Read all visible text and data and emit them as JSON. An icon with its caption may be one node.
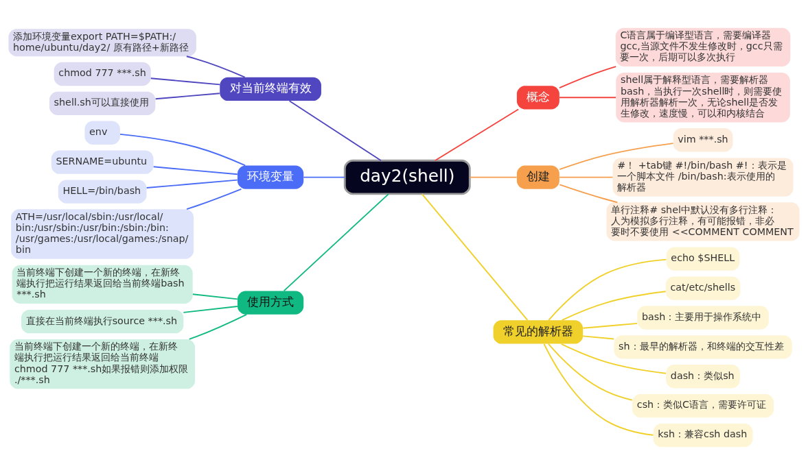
{
  "diagram": {
    "nodes": [
      {
        "text": [
          "day2(shell)"
        ]
      },
      {
        "text": [
          "概念"
        ]
      },
      {
        "text": [
          "C语言属于编译型语言，需要编译器gcc,当源文件不发生修改时，gcc只需要一次，后期可以多次执行"
        ]
      },
      {
        "text": [
          "shell属于解释型语言，需要解析器bash，当执行一次shell时，则需要使用解析器解析一次，无论shell是否发生修改，速度慢，可以和内核结合"
        ]
      },
      {
        "text": [
          "创建"
        ]
      },
      {
        "text": [
          "vim ***.sh"
        ]
      },
      {
        "text": [
          "#！ +tab键 #!/bin/bash #!：表示是一个脚本文件 /bin/bash:表示使用的解析器"
        ]
      },
      {
        "text": [
          "单行注释# shel中默认没有多行注释：人为模拟多行注释，有可能报错，非必要时不要使用 <<COMMENT COMMENT"
        ]
      },
      {
        "text": [
          "常见的解析器"
        ]
      },
      {
        "text": [
          "echo $SHELL"
        ]
      },
      {
        "text": [
          "cat/etc/shells"
        ]
      },
      {
        "text": [
          "bash：主要用于操作系统中"
        ]
      },
      {
        "text": [
          "sh：最早的解析器，和终端的交互性差"
        ]
      },
      {
        "text": [
          "dash：类似sh"
        ]
      },
      {
        "text": [
          "csh：类似C语言，需要许可证"
        ]
      },
      {
        "text": [
          "ksh：兼容csh dash"
        ]
      },
      {
        "text": [
          "对当前终端有效"
        ]
      },
      {
        "text": [
          "添加环境变量export PATH=$PATH:/home/ubuntu/day2/ 原有路径+新路径"
        ]
      },
      {
        "text": [
          "chmod 777 ***.sh"
        ]
      },
      {
        "text": [
          "shell.sh可以直接使用"
        ]
      },
      {
        "text": [
          "环境变量"
        ]
      },
      {
        "text": [
          "env"
        ]
      },
      {
        "text": [
          "SERNAME=ubuntu"
        ]
      },
      {
        "text": [
          "HELL=/bin/bash"
        ]
      },
      {
        "text": [
          "ATH=/usr/local/sbin:/usr/local/bin:/usr/sbin:/usr/bin:/sbin:/bin:/usr/games:/usr/local/games:/snap/bin"
        ]
      },
      {
        "text": [
          "使用方式"
        ]
      },
      {
        "text": [
          "当前终端下创建一个新的终端，在新终端执行把运行结果返回给当前终端bash ***.sh"
        ]
      },
      {
        "text": [
          "直接在当前终端执行source ***.sh"
        ]
      },
      {
        "text": [
          "当前终端下创建一个新的终端，在新终端执行把运行结果返回给当前终端 chmod 777 ***.sh如果报错则添加权限 ./***.sh"
        ]
      }
    ],
    "edges": [
      {
        "from": 0,
        "to": 1,
        "arrow": "none",
        "color": "#f5433d"
      },
      {
        "from": 1,
        "to": 2,
        "arrow": "none",
        "color": "#f5433d"
      },
      {
        "from": 1,
        "to": 3,
        "arrow": "none",
        "color": "#f5433d"
      },
      {
        "from": 0,
        "to": 4,
        "arrow": "none",
        "color": "#f6a04d"
      },
      {
        "from": 4,
        "to": 5,
        "arrow": "none",
        "color": "#f6a04d"
      },
      {
        "from": 4,
        "to": 6,
        "arrow": "none",
        "color": "#f6a04d"
      },
      {
        "from": 4,
        "to": 7,
        "arrow": "none",
        "color": "#f6a04d"
      },
      {
        "from": 0,
        "to": 8,
        "arrow": "none",
        "color": "#f0d02a"
      },
      {
        "from": 8,
        "to": 9,
        "arrow": "none",
        "color": "#f0d02a"
      },
      {
        "from": 8,
        "to": 10,
        "arrow": "none",
        "color": "#f0d02a"
      },
      {
        "from": 8,
        "to": 11,
        "arrow": "none",
        "color": "#f0d02a"
      },
      {
        "from": 8,
        "to": 12,
        "arrow": "none",
        "color": "#f0d02a"
      },
      {
        "from": 8,
        "to": 13,
        "arrow": "none",
        "color": "#f0d02a"
      },
      {
        "from": 8,
        "to": 14,
        "arrow": "none",
        "color": "#f0d02a"
      },
      {
        "from": 8,
        "to": 15,
        "arrow": "none",
        "color": "#f0d02a"
      },
      {
        "from": 0,
        "to": 16,
        "arrow": "none",
        "color": "#4f46c0"
      },
      {
        "from": 16,
        "to": 17,
        "arrow": "none",
        "color": "#4f46c0"
      },
      {
        "from": 16,
        "to": 18,
        "arrow": "none",
        "color": "#4f46c0"
      },
      {
        "from": 16,
        "to": 19,
        "arrow": "none",
        "color": "#4f46c0"
      },
      {
        "from": 0,
        "to": 20,
        "arrow": "none",
        "color": "#4a6cf7"
      },
      {
        "from": 20,
        "to": 21,
        "arrow": "none",
        "color": "#4a6cf7"
      },
      {
        "from": 20,
        "to": 22,
        "arrow": "none",
        "color": "#4a6cf7"
      },
      {
        "from": 20,
        "to": 23,
        "arrow": "none",
        "color": "#4a6cf7"
      },
      {
        "from": 20,
        "to": 24,
        "arrow": "none",
        "color": "#4a6cf7"
      },
      {
        "from": 0,
        "to": 25,
        "arrow": "none",
        "color": "#10b981"
      },
      {
        "from": 25,
        "to": 26,
        "arrow": "none",
        "color": "#10b981"
      },
      {
        "from": 25,
        "to": 27,
        "arrow": "none",
        "color": "#10b981"
      },
      {
        "from": 25,
        "to": 28,
        "arrow": "none",
        "color": "#10b981"
      }
    ]
  }
}
